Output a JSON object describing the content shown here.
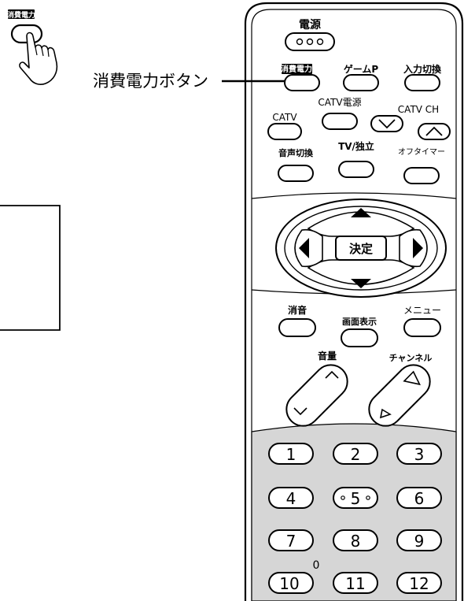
{
  "inset": {
    "badge": "消費電力"
  },
  "callout": {
    "label": "消費電力ボタン"
  },
  "remote": {
    "power_label": "電源",
    "row1": [
      "消費電力",
      "ゲームP",
      "入力切換"
    ],
    "row2": [
      "CATV",
      "CATV電源",
      "CATV CH"
    ],
    "row3": [
      "音声切換",
      "TV/独立",
      "オフタイマー"
    ],
    "dpad_center": "決定",
    "row4": [
      "消音",
      "画面表示",
      "メニュー"
    ],
    "volume_label": "音量",
    "channel_label": "チャンネル",
    "numbers": [
      "1",
      "2",
      "3",
      "4",
      "5",
      "6",
      "7",
      "8",
      "9",
      "10",
      "11",
      "12"
    ],
    "ten_superscript": "0"
  }
}
